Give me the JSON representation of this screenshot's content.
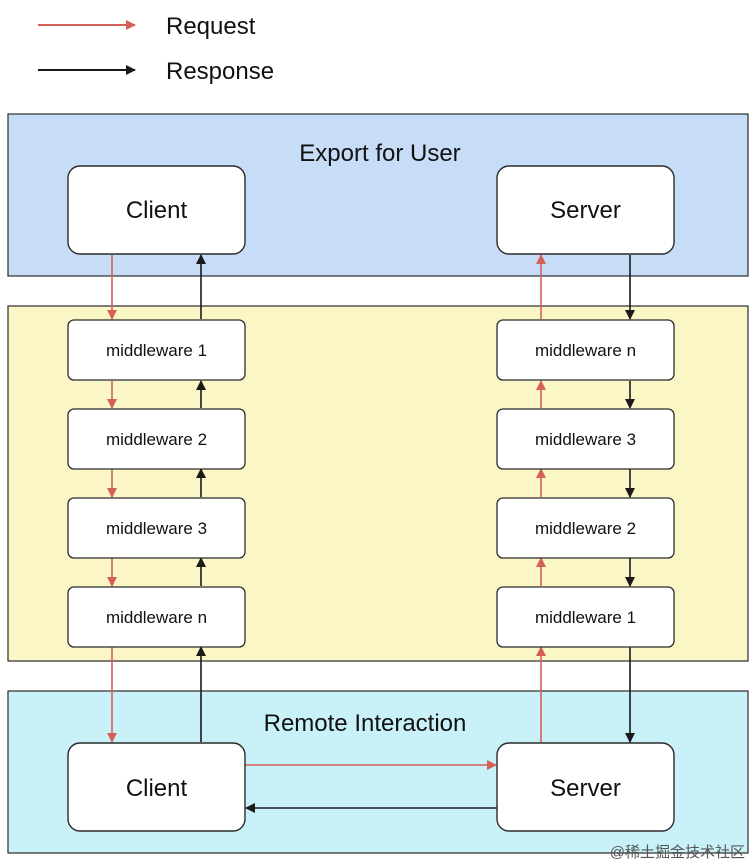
{
  "legend": {
    "request_label": "Request",
    "response_label": "Response"
  },
  "colors": {
    "request": "#d4605a",
    "response": "#1a1a1a",
    "panel_top": "#c6dcf7",
    "panel_middle": "#fbf6c6",
    "panel_bottom": "#c8f1f8"
  },
  "panels": {
    "top_title": "Export for User",
    "bottom_title": "Remote Interaction"
  },
  "top_boxes": {
    "left": "Client",
    "right": "Server"
  },
  "bottom_boxes": {
    "left": "Client",
    "right": "Server"
  },
  "left_middleware": [
    "middleware 1",
    "middleware 2",
    "middleware 3",
    "middleware n"
  ],
  "right_middleware": [
    "middleware n",
    "middleware 3",
    "middleware 2",
    "middleware 1"
  ],
  "watermark": "@稀土掘金技术社区"
}
